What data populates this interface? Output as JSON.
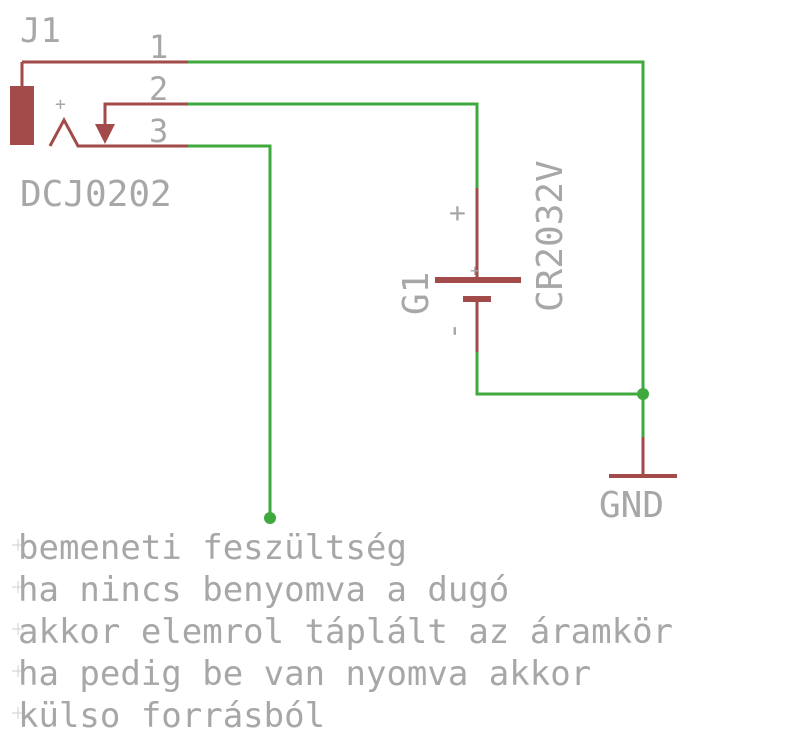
{
  "connector": {
    "name": "J1",
    "value": "DCJ0202",
    "pins": [
      "1",
      "2",
      "3"
    ],
    "plus_mark": "+"
  },
  "battery": {
    "name": "G1",
    "value": "CR2032V",
    "plus_label": "+",
    "minus_label": "-",
    "inner_plus": "+"
  },
  "ground": {
    "label": "GND"
  },
  "note": {
    "lines": [
      "bemeneti feszültség",
      "ha nincs benyomva a dugó",
      "akkor elemrol táplált az áramkör",
      "ha pedig be van nyomva akkor",
      "külso forrásból"
    ]
  },
  "colors": {
    "wire": "#3fa93f",
    "part": "#a34a4a",
    "text": "#a7a7a7",
    "background": "#ffffff"
  }
}
